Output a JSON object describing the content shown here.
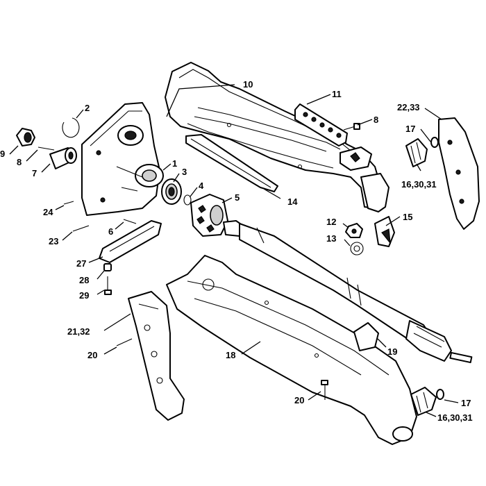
{
  "callouts": {
    "c1": "1",
    "c2": "2",
    "c3": "3",
    "c4": "4",
    "c5": "5",
    "c6": "6",
    "c7": "7",
    "c8a": "8",
    "c8b": "8",
    "c9": "9",
    "c10": "10",
    "c11": "11",
    "c12": "12",
    "c13": "13",
    "c14": "14",
    "c15": "15",
    "c16a": "16,30,31",
    "c16b": "16,30,31",
    "c17a": "17",
    "c17b": "17",
    "c18": "18",
    "c19": "19",
    "c20a": "20",
    "c20b": "20",
    "c21": "21,32",
    "c22": "22,33",
    "c23": "23",
    "c24": "24",
    "c27": "27",
    "c28": "28",
    "c29": "29"
  }
}
